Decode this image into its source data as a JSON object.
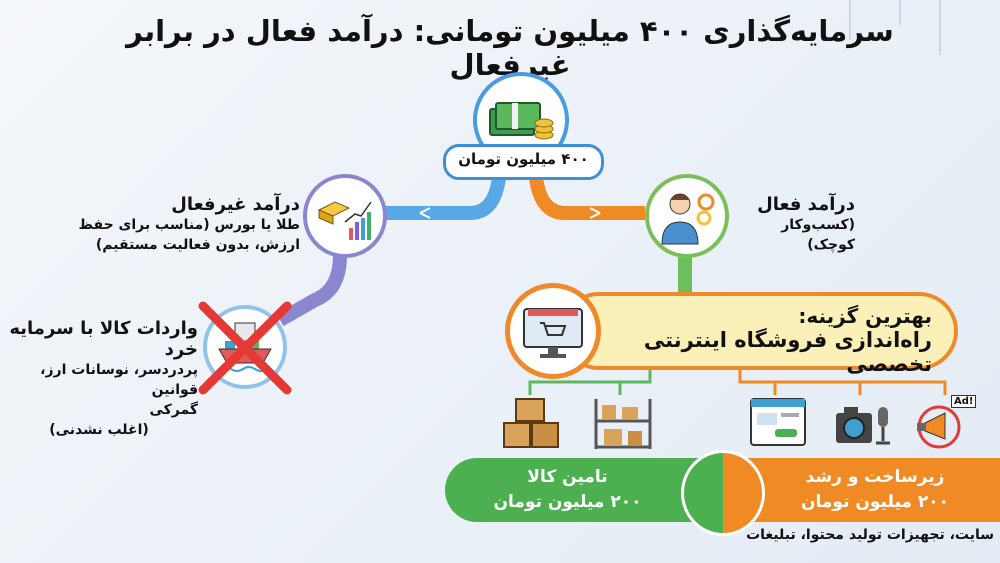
{
  "title": "سرمایه‌گذاری ۴۰۰ میلیون تومانی: درآمد فعال در برابر غیرفعال",
  "center": {
    "amount_label": "۴۰۰ میلیون تومان",
    "icon": "money-stack-icon"
  },
  "passive": {
    "title": "درآمد غیرفعال",
    "line1": "طلا یا بورس (مناسب برای حفظ",
    "line2": "ارزش، بدون فعالیت مستقیم)",
    "icon": "gold-bars-chart-icon"
  },
  "import": {
    "title": "واردات کالا با سرمایه خرد",
    "line1": "پردردسر، نوسانات ارز، قوانین",
    "line2": "گمرکی",
    "line3": "(اغلب نشدنی)",
    "icon": "cargo-ship-icon",
    "crossed": true
  },
  "active": {
    "title": "درآمد فعال",
    "subtitle": "(کسب‌وکار کوچک)",
    "icon": "businessman-gears-icon"
  },
  "best": {
    "line1": "بهترین گزینه:",
    "line2": "راه‌اندازی فروشگاه اینترنتی تخصصی",
    "icon": "online-shop-monitor-icon"
  },
  "icons_row": [
    "boxes-icon",
    "shelves-icon",
    "website-icon",
    "camera-microphone-icon",
    "megaphone-ad-icon"
  ],
  "ad_badge": "Ad!",
  "supply": {
    "title": "تامین کالا",
    "amount": "۲۰۰ میلیون تومان"
  },
  "growth": {
    "title": "زیرساخت و رشد",
    "amount": "۲۰۰ میلیون تومان",
    "caption": "سایت، تجهیزات تولید محتوا، تبلیغات"
  },
  "colors": {
    "green": "#4caf50",
    "orange": "#f08a24",
    "blue": "#4a9be0",
    "purple": "#7b78c8",
    "red": "#e53935",
    "banner": "#fbf1b8"
  }
}
